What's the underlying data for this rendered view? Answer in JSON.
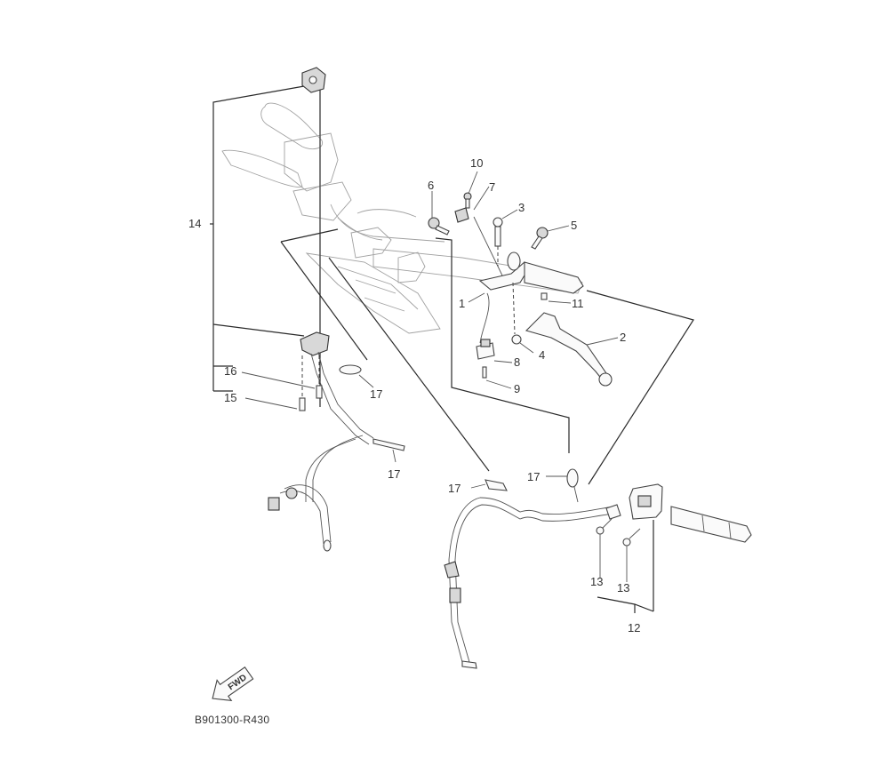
{
  "diagram": {
    "title": "Handle switch & lever",
    "code": "B901300-R430",
    "forward_indicator": "FWD",
    "callouts": [
      {
        "id": "1",
        "label": "1"
      },
      {
        "id": "2",
        "label": "2"
      },
      {
        "id": "3",
        "label": "3"
      },
      {
        "id": "4",
        "label": "4"
      },
      {
        "id": "5",
        "label": "5"
      },
      {
        "id": "6",
        "label": "6"
      },
      {
        "id": "7",
        "label": "7"
      },
      {
        "id": "8",
        "label": "8"
      },
      {
        "id": "9",
        "label": "9"
      },
      {
        "id": "10",
        "label": "10"
      },
      {
        "id": "11",
        "label": "11"
      },
      {
        "id": "12",
        "label": "12"
      },
      {
        "id": "13a",
        "label": "13"
      },
      {
        "id": "13b",
        "label": "13"
      },
      {
        "id": "14",
        "label": "14"
      },
      {
        "id": "15",
        "label": "15"
      },
      {
        "id": "16",
        "label": "16"
      },
      {
        "id": "17a",
        "label": "17"
      },
      {
        "id": "17b",
        "label": "17"
      },
      {
        "id": "17c",
        "label": "17"
      },
      {
        "id": "17d",
        "label": "17"
      }
    ]
  }
}
